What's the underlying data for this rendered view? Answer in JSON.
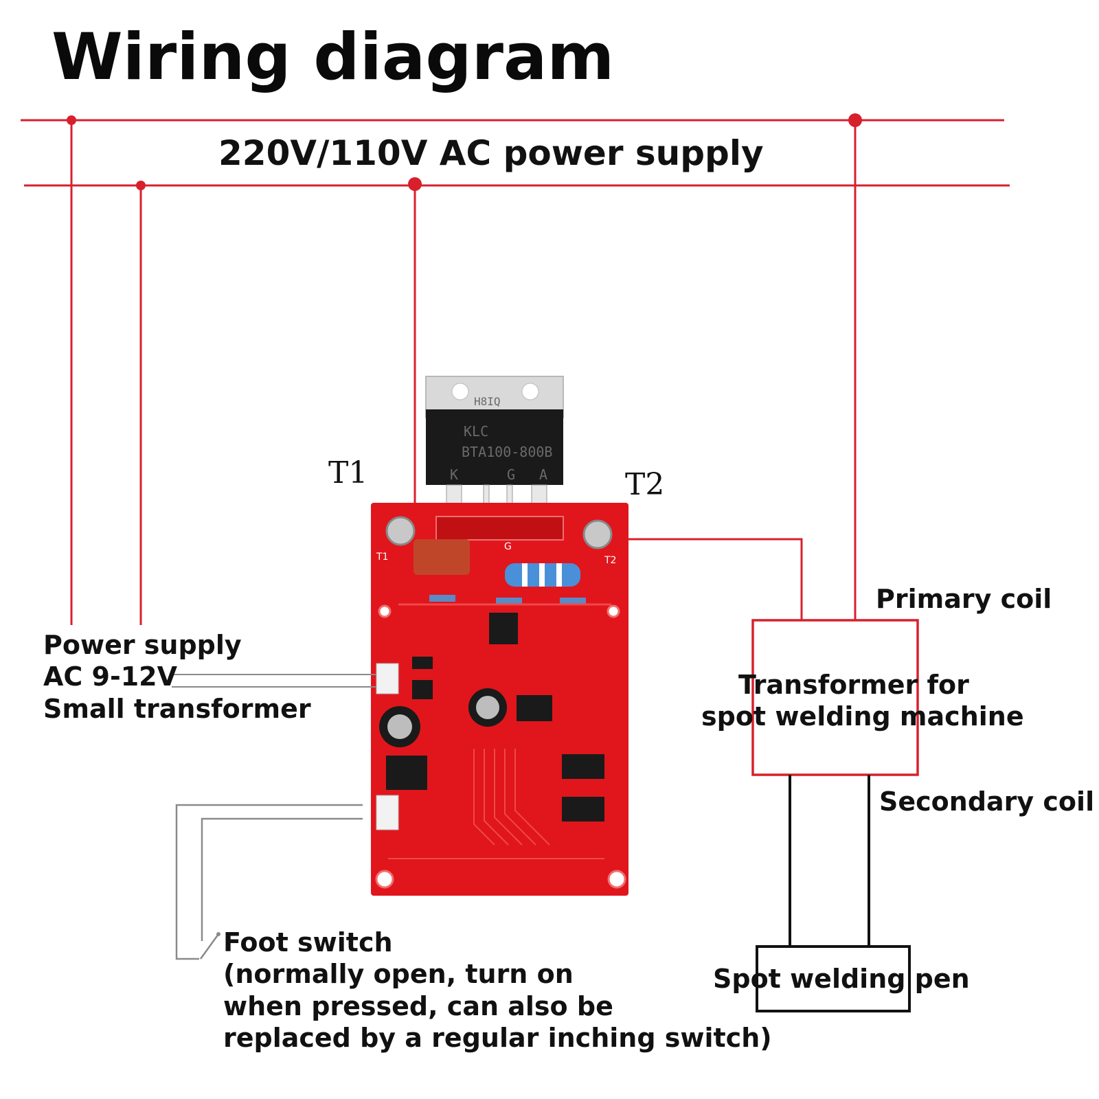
{
  "title": "Wiring diagram",
  "power_supply": {
    "label": "220V/110V AC power supply"
  },
  "terminals": {
    "t1": "T1",
    "t2": "T2"
  },
  "triac": {
    "brand": "KLC",
    "model": "BTA100-800B",
    "heatsink_mark": "H8IQ",
    "pins": [
      "K",
      "G",
      "A"
    ]
  },
  "pcb": {
    "silk_t1": "T1",
    "silk_t2": "T2",
    "silk_g": "G"
  },
  "small_transformer": {
    "lines": [
      "Power supply",
      "AC 9-12V",
      "Small transformer"
    ]
  },
  "foot_switch": {
    "lines": [
      "Foot switch",
      "(normally open, turn on",
      "when pressed, can also be",
      "replaced by a regular inching switch)"
    ]
  },
  "welding_transformer": {
    "primary_label": "Primary coil",
    "secondary_label": "Secondary coil",
    "body_lines": [
      "Transformer for",
      "spot welding machine"
    ]
  },
  "welding_pen": {
    "label": "Spot welding pen"
  },
  "colors": {
    "wire": "#d8202c",
    "pcb": "#e0161c",
    "pcb_trace": "#f04848",
    "chip": "#1a1a1a",
    "heatsink": "#d9d9d9",
    "box_border": "#d8202c",
    "black_wire": "#111111",
    "gray_wire": "#8a8a8a"
  }
}
